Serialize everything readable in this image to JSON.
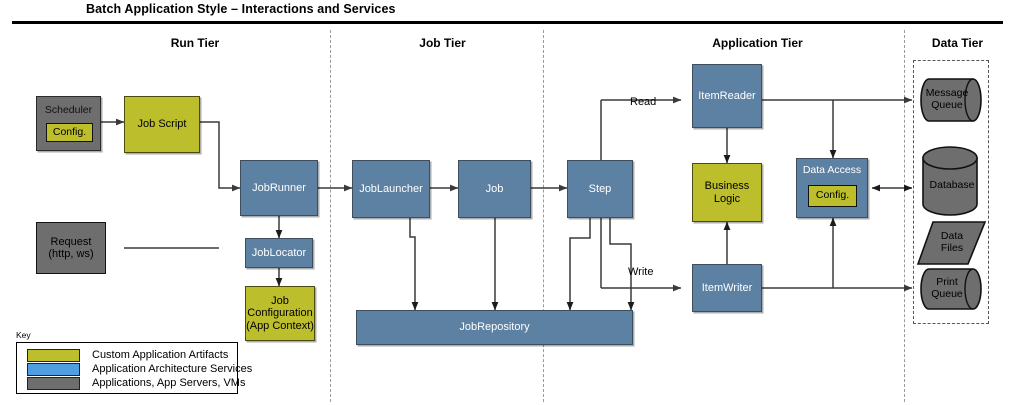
{
  "title": "Batch Application Style – Interactions and Services",
  "tiers": [
    {
      "label": "Run Tier"
    },
    {
      "label": "Job Tier"
    },
    {
      "label": "Application Tier"
    },
    {
      "label": "Data Tier"
    }
  ],
  "nodes": {
    "scheduler": {
      "label": "Scheduler",
      "config_label": "Config."
    },
    "job_script": {
      "label": "Job Script"
    },
    "request": {
      "label": "Request\n(http, ws)",
      "line1": "Request",
      "line2": "(http, ws)"
    },
    "job_runner": {
      "label": "JobRunner"
    },
    "job_locator": {
      "label": "JobLocator"
    },
    "job_configuration": {
      "line1": "Job",
      "line2": "Configuration",
      "line3": "(App Context)"
    },
    "job_launcher": {
      "label": "JobLauncher"
    },
    "job": {
      "label": "Job"
    },
    "step": {
      "label": "Step"
    },
    "job_repository": {
      "label": "JobRepository"
    },
    "item_reader": {
      "label": "ItemReader"
    },
    "item_writer": {
      "label": "ItemWriter"
    },
    "business_logic": {
      "line1": "Business",
      "line2": "Logic"
    },
    "data_access": {
      "label": "Data Access",
      "config_label": "Config."
    },
    "message_queue": {
      "line1": "Message",
      "line2": "Queue"
    },
    "database": {
      "label": "Database"
    },
    "data_files": {
      "line1": "Data",
      "line2": "Files"
    },
    "print_queue": {
      "line1": "Print",
      "line2": "Queue"
    }
  },
  "edge_labels": {
    "read": "Read",
    "write": "Write"
  },
  "legend": {
    "caption": "Key",
    "items": [
      {
        "label": "Custom Application Artifacts",
        "color": "#bcbe2b"
      },
      {
        "label": "Application Architecture Services",
        "color": "#4f9fe0"
      },
      {
        "label": "Applications, App Servers, VMs",
        "color": "#6e6e6e"
      }
    ]
  },
  "colors": {
    "blue": "#5d81a2",
    "yellow": "#bcbe2b",
    "gray": "#6e6e6e",
    "legend_blue": "#4f9fe0",
    "line": "#3a3a3a"
  }
}
